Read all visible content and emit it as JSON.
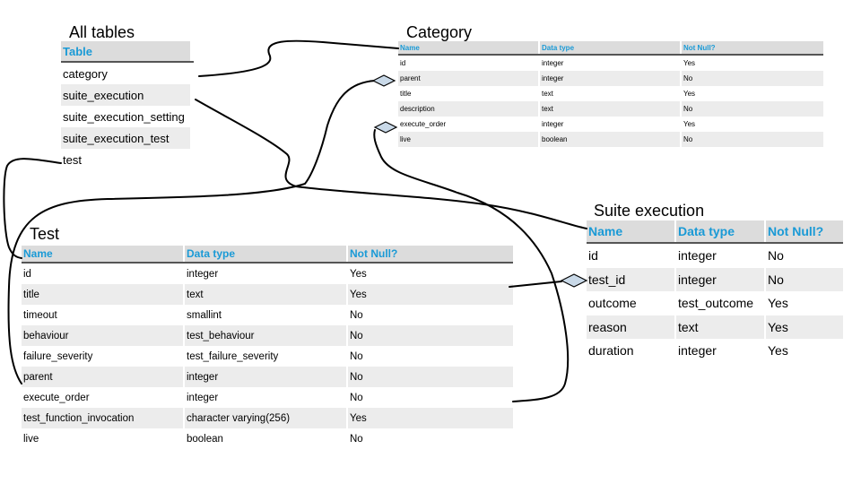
{
  "titles": {
    "all_tables": "All tables",
    "category": "Category",
    "suite": "Suite execution",
    "test": "Test"
  },
  "all_tables": {
    "header": "Table",
    "rows": [
      "category",
      "suite_execution",
      "suite_execution_setting",
      "suite_execution_test",
      "test"
    ]
  },
  "category": {
    "headers": [
      "Name",
      "Data type",
      "Not Null?"
    ],
    "rows": [
      [
        "id",
        "integer",
        "Yes"
      ],
      [
        "parent",
        "integer",
        "No"
      ],
      [
        "title",
        "text",
        "Yes"
      ],
      [
        "description",
        "text",
        "No"
      ],
      [
        "execute_order",
        "integer",
        "Yes"
      ],
      [
        "live",
        "boolean",
        "No"
      ]
    ]
  },
  "suite": {
    "headers": [
      "Name",
      "Data type",
      "Not Null?"
    ],
    "rows": [
      [
        "id",
        "integer",
        "No"
      ],
      [
        "test_id",
        "integer",
        "No"
      ],
      [
        "outcome",
        "test_outcome",
        "Yes"
      ],
      [
        "reason",
        "text",
        "Yes"
      ],
      [
        "duration",
        "integer",
        "Yes"
      ]
    ]
  },
  "test": {
    "headers": [
      "Name",
      "Data type",
      "Not Null?"
    ],
    "rows": [
      [
        "id",
        "integer",
        "Yes"
      ],
      [
        "title",
        "text",
        "Yes"
      ],
      [
        "timeout",
        "smallint",
        "No"
      ],
      [
        "behaviour",
        "test_behaviour",
        "No"
      ],
      [
        "failure_severity",
        "test_failure_severity",
        "No"
      ],
      [
        "parent",
        "integer",
        "No"
      ],
      [
        "execute_order",
        "integer",
        "No"
      ],
      [
        "test_function_invocation",
        "character varying(256)",
        "Yes"
      ],
      [
        "live",
        "boolean",
        "No"
      ]
    ]
  },
  "colors": {
    "header_text": "#1a9ad6",
    "row_alt": "#ececec",
    "header_bg": "#dcdcdc",
    "diamond_fill": "#c9d9e8"
  }
}
